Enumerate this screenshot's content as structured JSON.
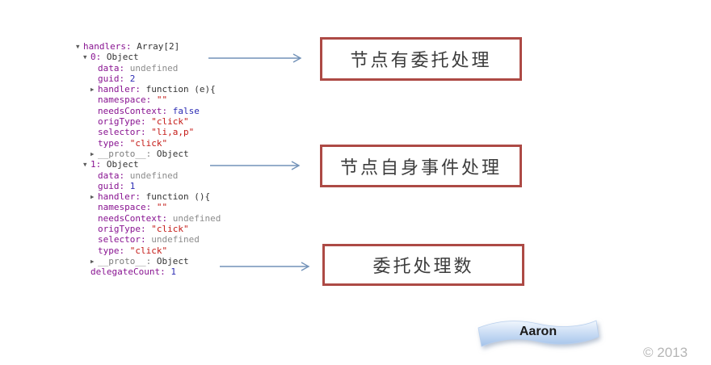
{
  "console": {
    "rows": [
      {
        "indent": 0,
        "arrow": "down",
        "name": "handlers",
        "value": "Array[2]",
        "vtype": "plain"
      },
      {
        "indent": 1,
        "arrow": "down",
        "name": "0",
        "value": "Object",
        "vtype": "plain"
      },
      {
        "indent": 2,
        "arrow": "",
        "name": "data",
        "value": "undefined",
        "vtype": "undef"
      },
      {
        "indent": 2,
        "arrow": "",
        "name": "guid",
        "value": "2",
        "vtype": "num"
      },
      {
        "indent": 2,
        "arrow": "right",
        "name": "handler",
        "value": "function (e){",
        "vtype": "plain"
      },
      {
        "indent": 2,
        "arrow": "",
        "name": "namespace",
        "value": "\"\"",
        "vtype": "str"
      },
      {
        "indent": 2,
        "arrow": "",
        "name": "needsContext",
        "value": "false",
        "vtype": "bool"
      },
      {
        "indent": 2,
        "arrow": "",
        "name": "origType",
        "value": "\"click\"",
        "vtype": "str"
      },
      {
        "indent": 2,
        "arrow": "",
        "name": "selector",
        "value": "\"li,a,p\"",
        "vtype": "str"
      },
      {
        "indent": 2,
        "arrow": "",
        "name": "type",
        "value": "\"click\"",
        "vtype": "str"
      },
      {
        "indent": 2,
        "arrow": "right",
        "name": "__proto__",
        "value": "Object",
        "vtype": "plain",
        "dim": true
      },
      {
        "indent": 1,
        "arrow": "down",
        "name": "1",
        "value": "Object",
        "vtype": "plain"
      },
      {
        "indent": 2,
        "arrow": "",
        "name": "data",
        "value": "undefined",
        "vtype": "undef"
      },
      {
        "indent": 2,
        "arrow": "",
        "name": "guid",
        "value": "1",
        "vtype": "num"
      },
      {
        "indent": 2,
        "arrow": "right",
        "name": "handler",
        "value": "function (){",
        "vtype": "plain"
      },
      {
        "indent": 2,
        "arrow": "",
        "name": "namespace",
        "value": "\"\"",
        "vtype": "str"
      },
      {
        "indent": 2,
        "arrow": "",
        "name": "needsContext",
        "value": "undefined",
        "vtype": "undef"
      },
      {
        "indent": 2,
        "arrow": "",
        "name": "origType",
        "value": "\"click\"",
        "vtype": "str"
      },
      {
        "indent": 2,
        "arrow": "",
        "name": "selector",
        "value": "undefined",
        "vtype": "undef"
      },
      {
        "indent": 2,
        "arrow": "",
        "name": "type",
        "value": "\"click\"",
        "vtype": "str"
      },
      {
        "indent": 2,
        "arrow": "right",
        "name": "__proto__",
        "value": "Object",
        "vtype": "plain",
        "dim": true
      },
      {
        "indent": 1,
        "arrow": "",
        "name": "delegateCount",
        "value": "1",
        "vtype": "num"
      }
    ]
  },
  "annotations": {
    "boxes": [
      {
        "label": "节点有委托处理"
      },
      {
        "label": "节点自身事件处理"
      },
      {
        "label": "委托处理数"
      }
    ]
  },
  "ribbon": {
    "label": "Aaron"
  },
  "footer": {
    "copyright": "© 2013"
  },
  "colors": {
    "box_border": "#ad4a45",
    "box_text": "#3d3d3d",
    "arrow": "#7292b8",
    "prop_name": "#881391",
    "prop_dim": "#7d7d7d",
    "prop_plain": "#333333",
    "prop_string": "#c41a16",
    "prop_number": "#2d2db4",
    "prop_undefined": "#8c8c8c",
    "ribbon_light": "#f2f7fd",
    "ribbon_mid": "#c5d9f3",
    "ribbon_dark": "#a3c2e9",
    "copyright": "#b5b5b5"
  }
}
